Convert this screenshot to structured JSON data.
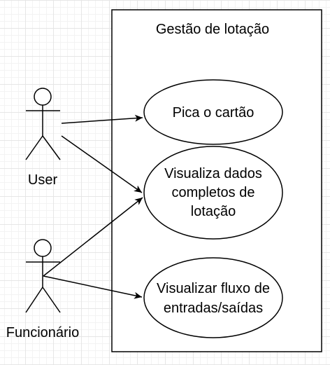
{
  "diagram": {
    "system": {
      "title": "Gestão de lotação"
    },
    "actors": [
      {
        "id": "user",
        "label": "User"
      },
      {
        "id": "funcionario",
        "label": "Funcionário"
      }
    ],
    "use_cases": [
      {
        "id": "uc1",
        "lines": [
          "Pica o cartão"
        ]
      },
      {
        "id": "uc2",
        "lines": [
          "Visualiza dados",
          "completos de",
          "lotação"
        ]
      },
      {
        "id": "uc3",
        "lines": [
          "Visualizar fluxo de",
          "entradas/saídas"
        ]
      }
    ],
    "associations": [
      {
        "from": "user",
        "to": "uc1"
      },
      {
        "from": "user",
        "to": "uc2"
      },
      {
        "from": "funcionario",
        "to": "uc2"
      },
      {
        "from": "funcionario",
        "to": "uc3"
      }
    ],
    "colors": {
      "stroke": "#000000",
      "fill": "#ffffff",
      "grid": "#e6e6e6"
    }
  }
}
